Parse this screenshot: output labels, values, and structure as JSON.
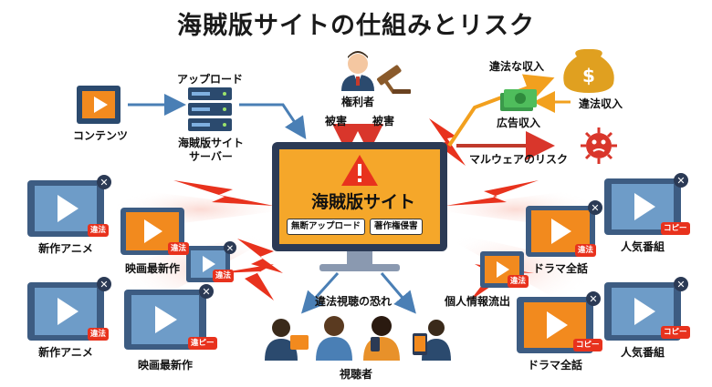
{
  "title": "海賊版サイトの仕組みとリスク",
  "nodes": {
    "content": "コンテンツ",
    "upload": "アップロード",
    "server": "海賊版サイト\nサーバー",
    "rights_holder": "権利者",
    "harm_left": "被害",
    "harm_right": "被害",
    "illegal_income_top": "違法な収入",
    "illegal_income": "違法収入",
    "ad_income": "広告収入",
    "malware": "マルウェアのリスク",
    "site": "海賊版サイト",
    "tag_upload": "無断アップロード",
    "tag_copyright": "著作権侵害",
    "viewing_risk": "違法視聴の恐れ",
    "info_leak": "個人情報流出",
    "viewers": "視聴者"
  },
  "videos": {
    "left": [
      "新作アニメ",
      "映画最新作",
      "新作アニメ",
      "映画最新作"
    ],
    "right": [
      "人気番組",
      "ドラマ全話",
      "人気番組",
      "ドラマ全話"
    ]
  },
  "badges": {
    "illegal": "違法",
    "illegal_copy": "違ピー",
    "copy": "コピー"
  },
  "colors": {
    "orange": "#f28a1e",
    "red": "#e8321d",
    "blue_dark": "#2b4a6e",
    "arrow_blue": "#4a7fb5",
    "money_gold": "#e0a020"
  },
  "icons": [
    "film-icon",
    "server-icon",
    "judge-icon",
    "gavel-icon",
    "money-bag-icon",
    "banknote-icon",
    "virus-icon",
    "warning-icon",
    "monitor-icon",
    "viewers-icon"
  ]
}
